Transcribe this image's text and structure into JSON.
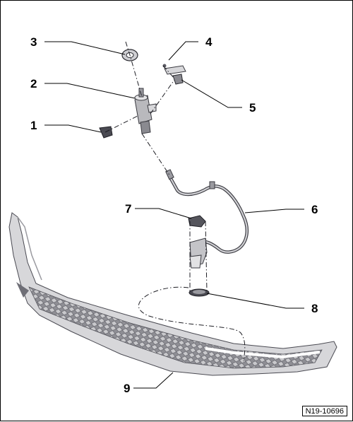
{
  "diagram": {
    "callouts": [
      "1",
      "2",
      "3",
      "4",
      "5",
      "6",
      "7",
      "8",
      "9"
    ],
    "reference_code": "N19-10696"
  }
}
